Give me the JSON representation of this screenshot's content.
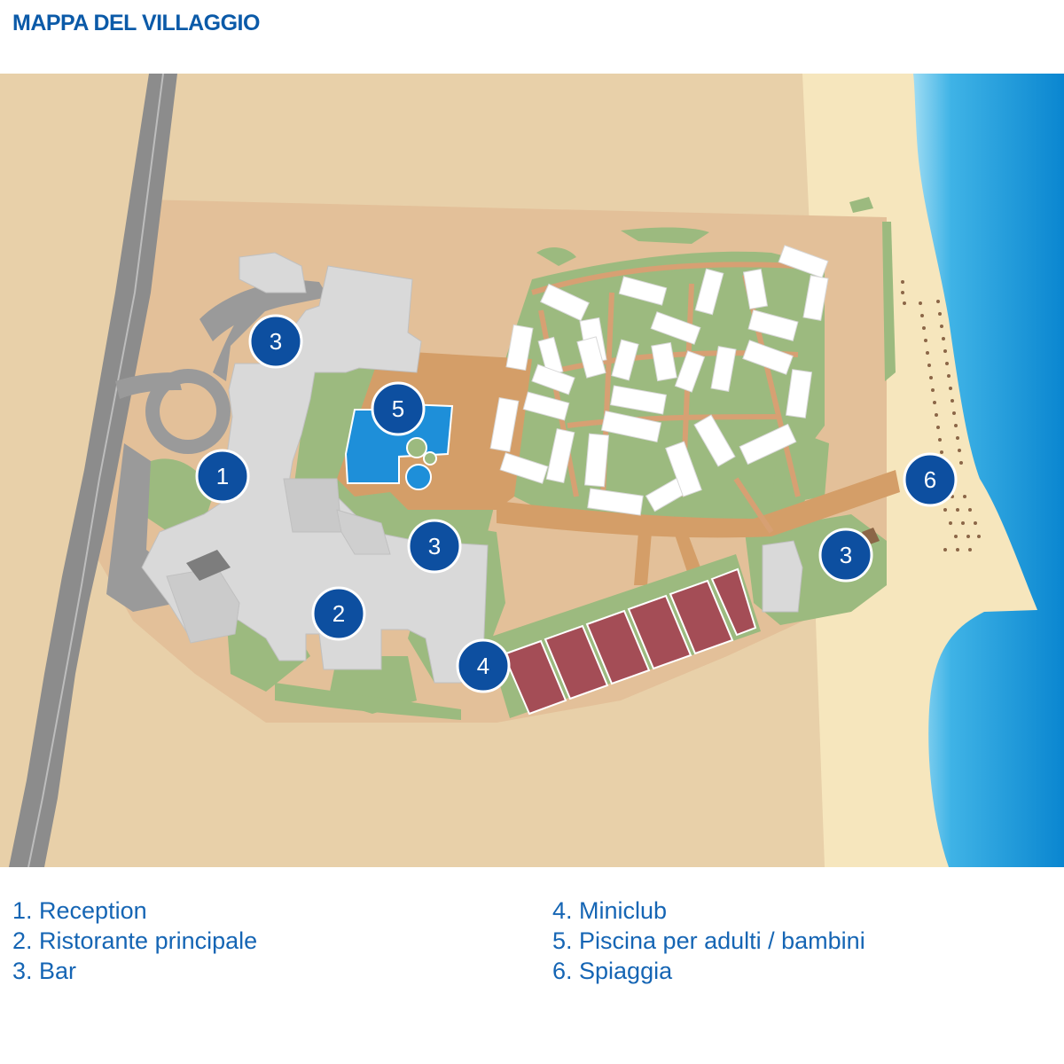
{
  "title": "MAPPA DEL VILLAGGIO",
  "colors": {
    "title": "#0b5aa8",
    "legend_text": "#1565b4",
    "marker": "#0d4fa0",
    "sand": "#e8d0a9",
    "beach": "#f6e6bd",
    "sea": "#1aa3e0",
    "grass": "#9cba7f",
    "building": "#d9d9d9",
    "road": "#8c8c8c",
    "pool": "#1e8fd9",
    "court": "#a44d56",
    "path": "#d49e68"
  },
  "markers": [
    {
      "id": "reception",
      "number": "1"
    },
    {
      "id": "restaurant",
      "number": "2"
    },
    {
      "id": "bar-north",
      "number": "3"
    },
    {
      "id": "bar-central",
      "number": "3"
    },
    {
      "id": "bar-beach",
      "number": "3"
    },
    {
      "id": "miniclub",
      "number": "4"
    },
    {
      "id": "pool",
      "number": "5"
    },
    {
      "id": "beach",
      "number": "6"
    }
  ],
  "legend": {
    "items": [
      "1. Reception",
      "2. Ristorante principale",
      "3. Bar",
      "4. Miniclub",
      "5. Piscina per adulti / bambini",
      "6. Spiaggia"
    ]
  }
}
